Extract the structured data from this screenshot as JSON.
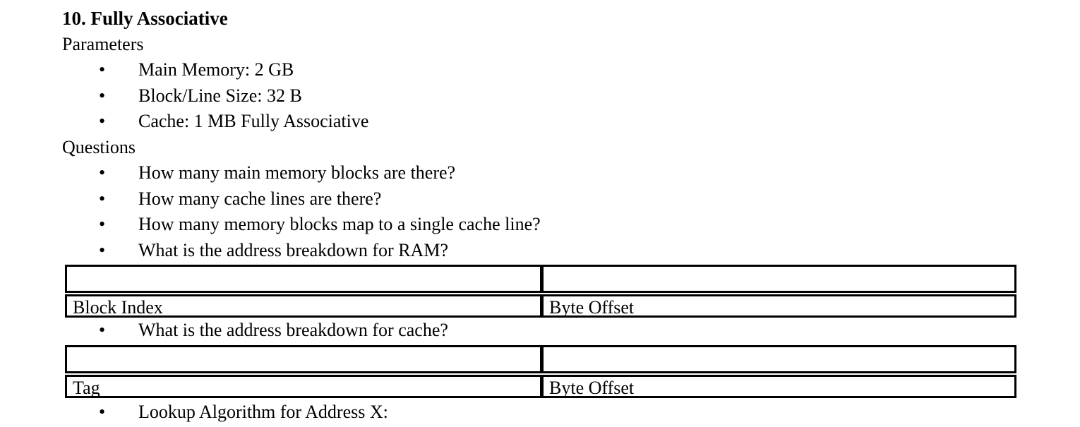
{
  "glyphs": {
    "bullet": "•"
  },
  "colors": {
    "text": "#000000",
    "background": "#ffffff",
    "table_border": "#000000"
  },
  "heading": "10. Fully Associative",
  "parameters": {
    "label": "Parameters",
    "items": [
      "Main Memory: 2 GB",
      "Block/Line Size: 32 B",
      "Cache: 1 MB Fully Associative"
    ]
  },
  "questions": {
    "label": "Questions",
    "items": [
      "How many main memory blocks are there?",
      "How many cache lines are there?",
      "How many memory blocks map to a single cache line?",
      "What is the address breakdown for RAM?",
      "What is the address breakdown for cache?",
      "Lookup Algorithm for Address X:"
    ]
  },
  "tables": {
    "ram_address": {
      "input_row": [
        "",
        ""
      ],
      "field_labels": [
        "Block Index",
        "Byte Offset"
      ]
    },
    "cache_address": {
      "input_row": [
        "",
        ""
      ],
      "field_labels": [
        "Tag",
        "Byte Offset"
      ]
    }
  }
}
